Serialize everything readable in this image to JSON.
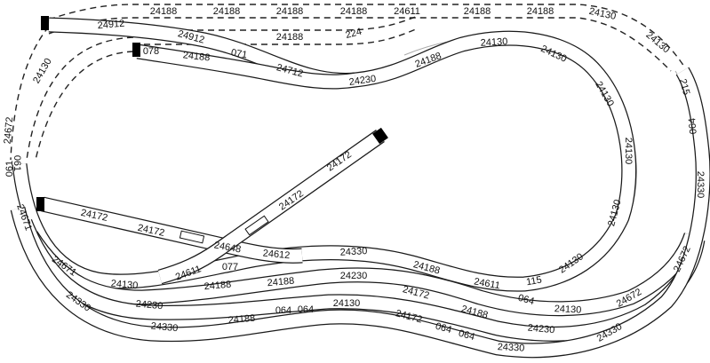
{
  "title": "Track layout plan",
  "labels": {
    "top_dashed": [
      "24188",
      "24188",
      "24188",
      "24188",
      "24611",
      "24188",
      "24188",
      "24130",
      "24130"
    ],
    "second_dashed": [
      "24912",
      "24912",
      "24188",
      "224",
      "24130"
    ],
    "upper_track": [
      "078",
      "24188",
      "071",
      "24712",
      "24230",
      "24188",
      "24130",
      "24130",
      "24130",
      "24130",
      "24130",
      "24130",
      "24611",
      "115"
    ],
    "left": [
      "24672",
      "061",
      "061",
      "24671",
      "24671"
    ],
    "right": [
      "215",
      "064",
      "24330",
      "24672",
      "24672"
    ],
    "sidings": [
      "24172",
      "24172",
      "24172",
      "24172",
      "24648",
      "24612",
      "24611",
      "077"
    ],
    "middle_track": [
      "24130",
      "24188",
      "24188",
      "24230",
      "24330",
      "24188",
      "24172",
      "064",
      "24130"
    ],
    "lower_track": [
      "24330",
      "24230",
      "24188",
      "064",
      "064",
      "24130",
      "24172",
      "24188",
      "24230",
      "064",
      "064"
    ],
    "outer_track": [
      "24330",
      "24330",
      "24330"
    ]
  }
}
